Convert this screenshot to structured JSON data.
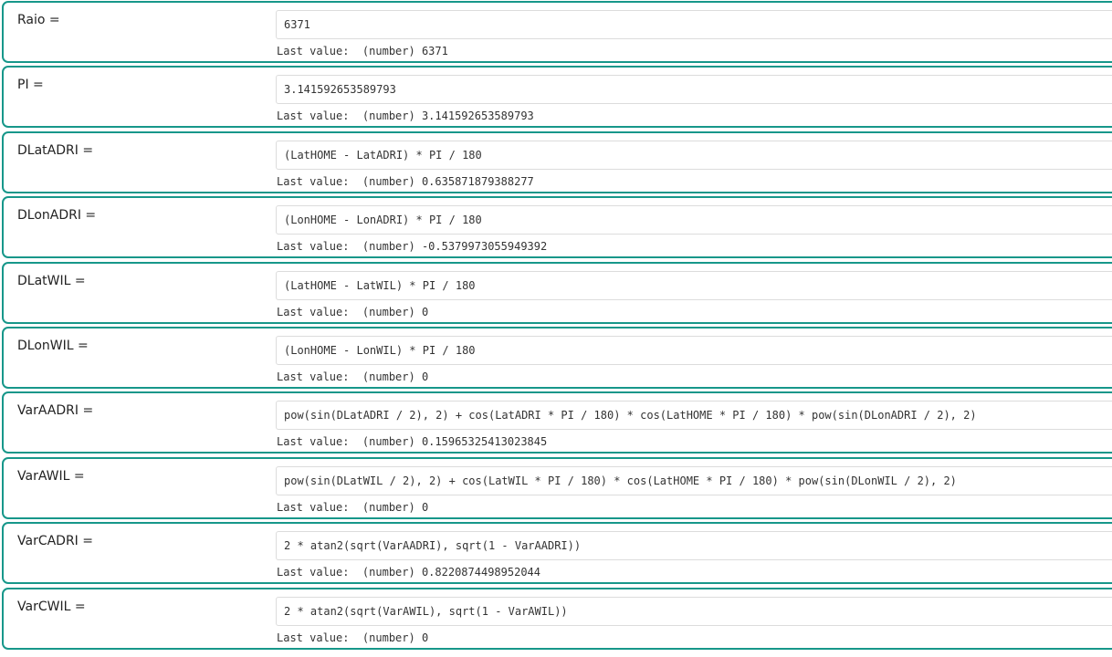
{
  "last_value_prefix": "Last value:  ",
  "variables": [
    {
      "name": "Raio =",
      "expression": "6371",
      "last_value": "(number) 6371"
    },
    {
      "name": "PI =",
      "expression": "3.141592653589793",
      "last_value": "(number) 3.141592653589793"
    },
    {
      "name": "DLatADRI =",
      "expression": "(LatHOME - LatADRI) * PI / 180",
      "last_value": "(number) 0.635871879388277"
    },
    {
      "name": "DLonADRI =",
      "expression": "(LonHOME - LonADRI) * PI / 180",
      "last_value": "(number) -0.5379973055949392"
    },
    {
      "name": "DLatWIL =",
      "expression": "(LatHOME - LatWIL) * PI / 180",
      "last_value": "(number) 0"
    },
    {
      "name": "DLonWIL =",
      "expression": "(LonHOME - LonWIL) * PI / 180",
      "last_value": "(number) 0"
    },
    {
      "name": "VarAADRI =",
      "expression": "pow(sin(DLatADRI / 2), 2) + cos(LatADRI * PI / 180) * cos(LatHOME * PI / 180) * pow(sin(DLonADRI / 2), 2)",
      "last_value": "(number) 0.15965325413023845"
    },
    {
      "name": "VarAWIL =",
      "expression": "pow(sin(DLatWIL / 2), 2) + cos(LatWIL * PI / 180) * cos(LatHOME * PI / 180) * pow(sin(DLonWIL / 2), 2)",
      "last_value": "(number) 0"
    },
    {
      "name": "VarCADRI =",
      "expression": "2 * atan2(sqrt(VarAADRI), sqrt(1 - VarAADRI))",
      "last_value": "(number) 0.8220874498952044"
    },
    {
      "name": "VarCWIL =",
      "expression": "2 * atan2(sqrt(VarAWIL), sqrt(1 - VarAWIL))",
      "last_value": "(number) 0"
    }
  ]
}
